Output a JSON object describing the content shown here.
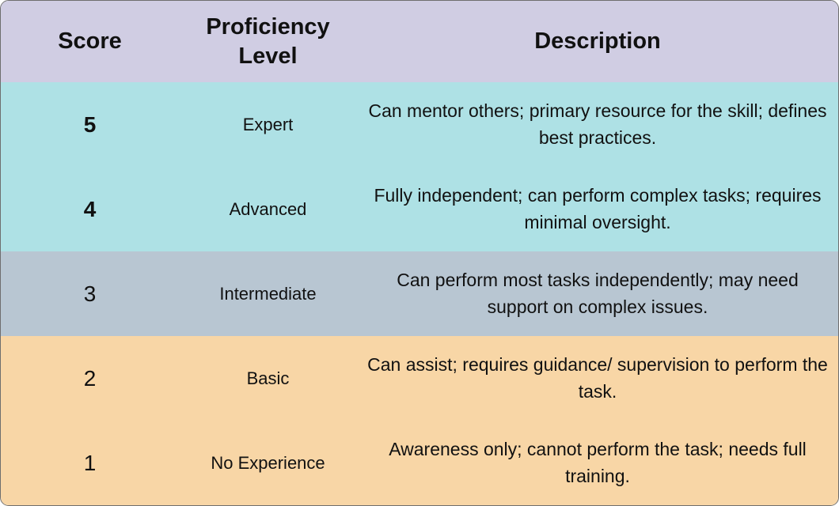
{
  "table": {
    "columns": [
      {
        "key": "score",
        "label": "Score"
      },
      {
        "key": "level",
        "label": "Proficiency Level"
      },
      {
        "key": "description",
        "label": "Description"
      }
    ],
    "rows": [
      {
        "score": "5",
        "level": "Expert",
        "description": "Can mentor others; primary resource for the skill; defines best practices.",
        "theme": "teal"
      },
      {
        "score": "4",
        "level": "Advanced",
        "description": "Fully independent; can perform complex tasks; requires minimal oversight.",
        "theme": "teal"
      },
      {
        "score": "3",
        "level": "Intermediate",
        "description": "Can perform most tasks independently; may need support on complex issues.",
        "theme": "grayblue"
      },
      {
        "score": "2",
        "level": "Basic",
        "description": "Can assist; requires guidance/ supervision to perform the task.",
        "theme": "peach"
      },
      {
        "score": "1",
        "level": "No Experience",
        "description": "Awareness only; cannot perform the task; needs full training.",
        "theme": "peach"
      }
    ]
  },
  "colors": {
    "header": "#d0cde3",
    "teal": "#aee1e5",
    "grayblue": "#b8c6d2",
    "peach": "#f8d6a6",
    "text": "#111111"
  }
}
